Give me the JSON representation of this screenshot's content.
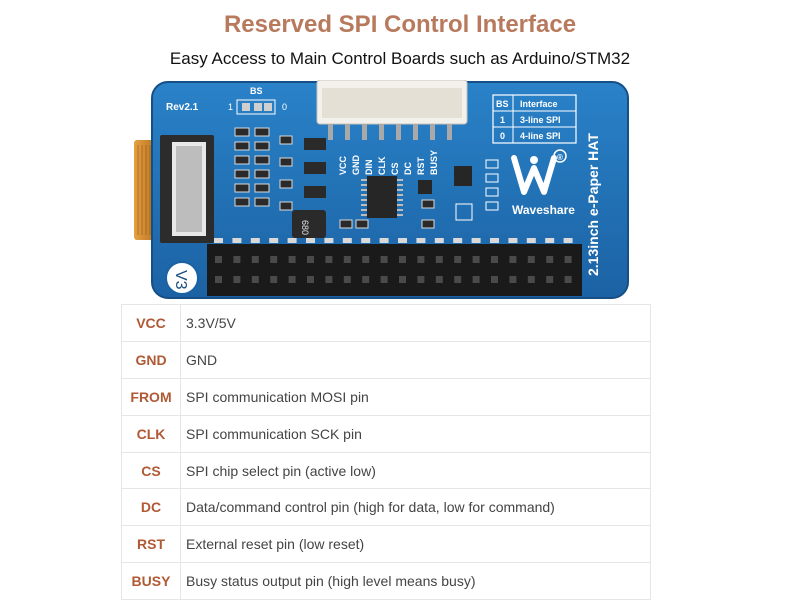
{
  "title": "Reserved SPI Control Interface",
  "subtitle": "Easy Access to Main Control Boards such as Arduino/STM32",
  "board": {
    "rev": "Rev2.1",
    "bs_label": "BS",
    "bs_one": "1",
    "bs_zero": "0",
    "header_pins": [
      "VCC",
      "GND",
      "DIN",
      "CLK",
      "CS",
      "DC",
      "RST",
      "BUSY"
    ],
    "inductor_label": "680",
    "brand": "Waveshare",
    "product": "2.13inch e-Paper HAT",
    "version": "V3",
    "registered": "®",
    "interface_table": {
      "headers": [
        "BS",
        "Interface"
      ],
      "rows": [
        [
          "1",
          "3-line SPI"
        ],
        [
          "0",
          "4-line SPI"
        ]
      ]
    }
  },
  "pins": [
    {
      "name": "VCC",
      "desc": "3.3V/5V"
    },
    {
      "name": "GND",
      "desc": "GND"
    },
    {
      "name": "FROM",
      "desc": "SPI communication MOSI pin"
    },
    {
      "name": "CLK",
      "desc": "SPI communication SCK pin"
    },
    {
      "name": "CS",
      "desc": "SPI chip select pin (active low)"
    },
    {
      "name": "DC",
      "desc": "Data/command control pin (high for data, low for command)"
    },
    {
      "name": "RST",
      "desc": "External reset pin (low reset)"
    },
    {
      "name": "BUSY",
      "desc": "Busy status output pin (high level means busy)"
    }
  ],
  "colors": {
    "title": "#b87a5c",
    "pin_name": "#b05a35",
    "pcb": "#1f6fb3",
    "pcb_dark": "#164f86",
    "header": "#1a1a1a",
    "connector": "#f3f1ec",
    "fpc": "#d58a2a"
  }
}
